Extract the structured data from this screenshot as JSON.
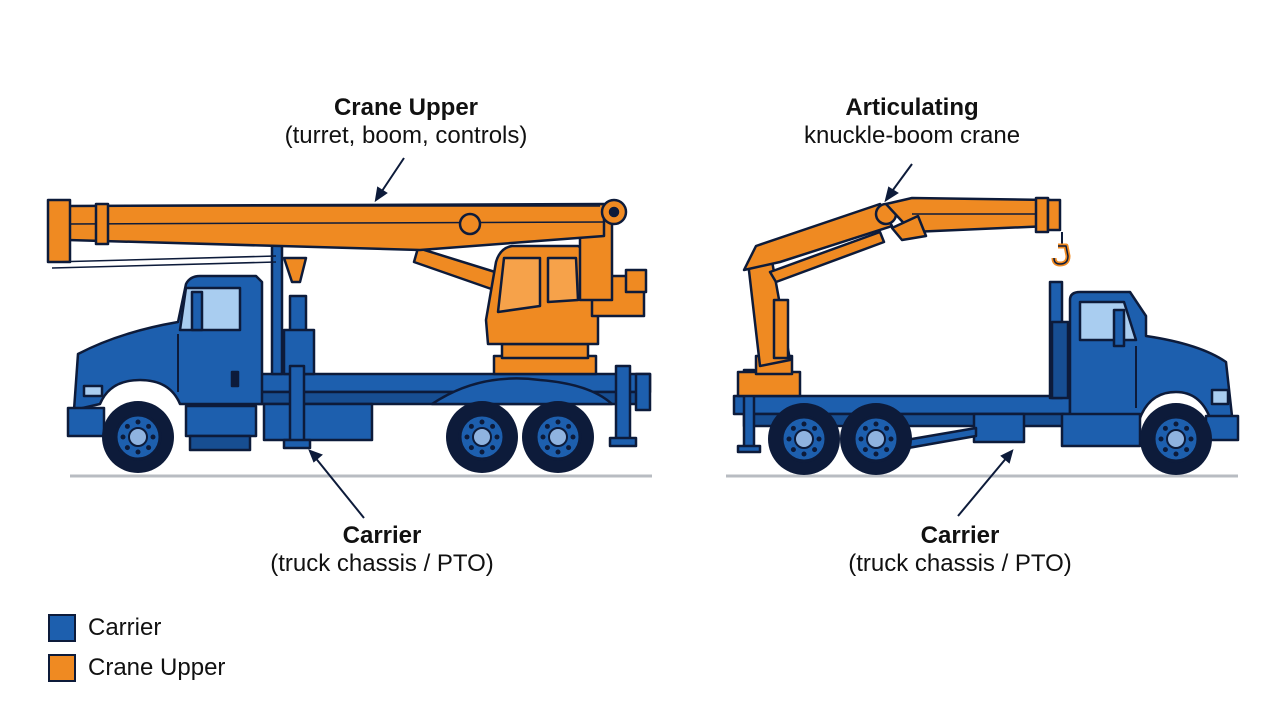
{
  "colors": {
    "carrier": "#1d5fae",
    "crane_upper": "#ef8a22",
    "outline": "#0d1b3a",
    "ground": "#b8bcc2"
  },
  "labels": {
    "left_upper_title": "Crane Upper",
    "left_upper_sub": "(turret, boom, controls)",
    "left_carrier_title": "Carrier",
    "left_carrier_sub": "(truck chassis / PTO)",
    "right_upper_title": "Articulating",
    "right_upper_sub": "knuckle-boom crane",
    "right_carrier_title": "Carrier",
    "right_carrier_sub": "(truck chassis / PTO)"
  },
  "legend": {
    "items": [
      {
        "label": "Carrier",
        "color": "#1d5fae"
      },
      {
        "label": "Crane Upper",
        "color": "#ef8a22"
      }
    ]
  }
}
